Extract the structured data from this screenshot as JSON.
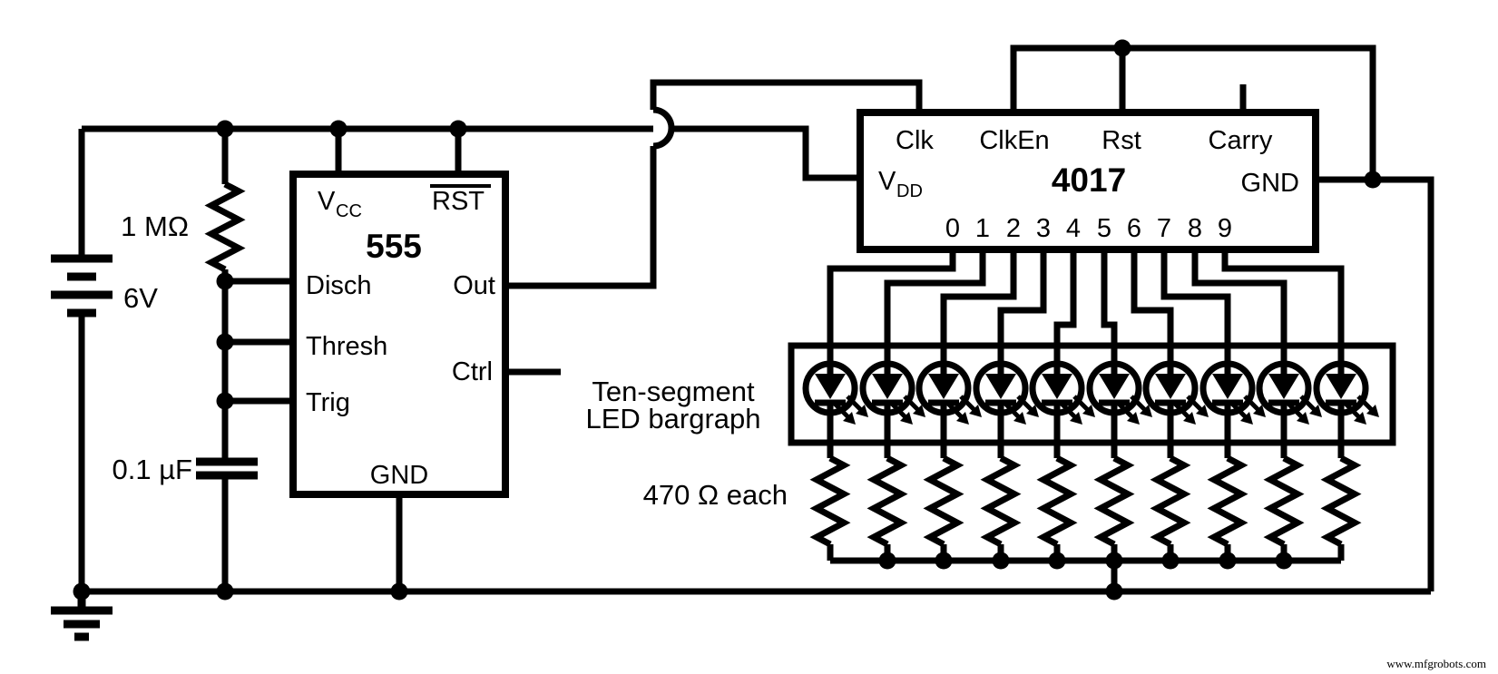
{
  "colors": {
    "ink": "#000000",
    "paper": "#ffffff"
  },
  "components": {
    "battery": {
      "label": "6V"
    },
    "timing_resistor": {
      "label": "1 MΩ"
    },
    "timing_capacitor": {
      "label": "0.1 µF"
    },
    "led_resistors": {
      "label": "470 Ω each"
    },
    "bargraph": {
      "label_line1": "Ten-segment",
      "label_line2": "LED bargraph",
      "led_count": 10
    }
  },
  "ic555": {
    "name": "555",
    "pins": {
      "vcc_base": "V",
      "vcc_sub": "CC",
      "rst": "RST",
      "disch": "Disch",
      "thresh": "Thresh",
      "trig": "Trig",
      "out": "Out",
      "ctrl": "Ctrl",
      "gnd": "GND"
    }
  },
  "ic4017": {
    "name": "4017",
    "pins": {
      "clk": "Clk",
      "clk_en": "ClkEn",
      "rst": "Rst",
      "carry": "Carry",
      "vdd_base": "V",
      "vdd_sub": "DD",
      "gnd": "GND"
    },
    "outputs": [
      "0",
      "1",
      "2",
      "3",
      "4",
      "5",
      "6",
      "7",
      "8",
      "9"
    ]
  },
  "watermark": "www.mfgrobots.com"
}
